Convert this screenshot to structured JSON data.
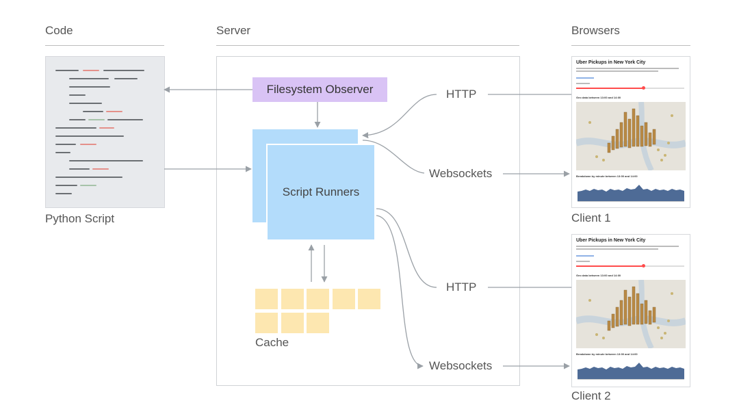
{
  "sections": {
    "code": "Code",
    "server": "Server",
    "browsers": "Browsers"
  },
  "python_script_label": "Python Script",
  "filesystem_observer": "Filesystem Observer",
  "script_runners": "Script Runners",
  "cache_label": "Cache",
  "protocols": {
    "http_1": "HTTP",
    "websockets_1": "Websockets",
    "http_2": "HTTP",
    "websockets_2": "Websockets"
  },
  "clients": [
    {
      "label": "Client 1",
      "app_title": "Uber Pickups in New York City",
      "geo_heading": "Geo data between 13:00 and 14:00",
      "breakdown_heading": "Breakdown by minute between 13:00 and 14:00"
    },
    {
      "label": "Client 2",
      "app_title": "Uber Pickups in New York City",
      "geo_heading": "Geo data between 13:00 and 14:00",
      "breakdown_heading": "Breakdown by minute between 13:00 and 14:00"
    }
  ],
  "colors": {
    "filesystem_observer": "#d9c3f5",
    "script_runner": "#b3dcfb",
    "cache": "#fde7b0",
    "code_bg": "#e8eaed",
    "arrow": "#9aa0a6",
    "chart_fill": "#4e6b96"
  }
}
